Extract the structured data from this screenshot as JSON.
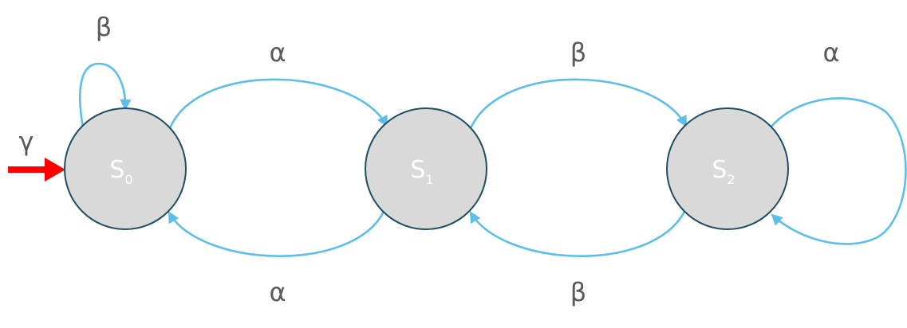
{
  "diagram": {
    "colors": {
      "edge": "#5bbfea",
      "state_fill": "#d9d9d9",
      "state_stroke": "#1f4e64",
      "start_arrow": "#ff0000",
      "label_text": "#5a5a5a",
      "state_text": "#ffffff"
    },
    "states": [
      {
        "main": "S",
        "sub": "0"
      },
      {
        "main": "S",
        "sub": "1"
      },
      {
        "main": "S",
        "sub": "2"
      }
    ],
    "labels": {
      "start": "γ",
      "self_loop_s0": "β",
      "s0_to_s1": "α",
      "s1_to_s0": "α",
      "s1_to_s2": "β",
      "s2_to_s1": "β",
      "self_loop_s2": "α"
    }
  }
}
